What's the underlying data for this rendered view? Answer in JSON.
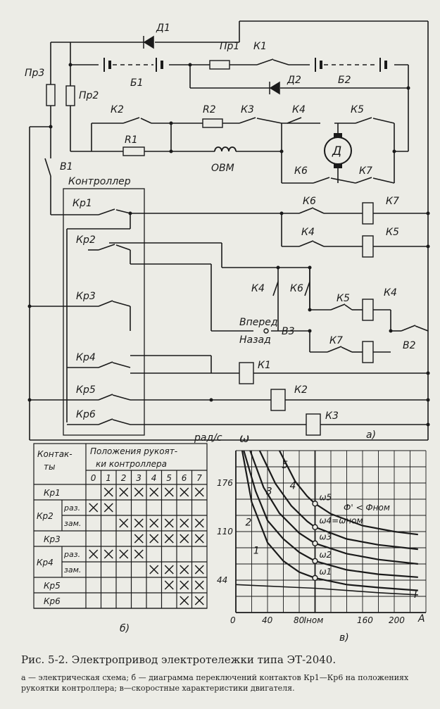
{
  "schematic": {
    "labels": {
      "d1": "Д1",
      "d2": "Д2",
      "pr1": "Пр1",
      "pr2": "Пр2",
      "pr3": "Пр3",
      "k1a": "К1",
      "b1": "Б1",
      "b2": "Б2",
      "k2a": "К2",
      "r2": "R2",
      "k3a": "К3",
      "k4a": "К4",
      "k5a": "К5",
      "r1": "R1",
      "ovm": "ОВМ",
      "motor": "Д",
      "k6a": "К6",
      "k7a": "К7",
      "v1": "В1",
      "controller": "Контроллер",
      "kr1": "Кр1",
      "kr2": "Кр2",
      "kr3": "Кр3",
      "kr4": "Кр4",
      "kr5": "Кр5",
      "kr6": "Кр6",
      "k6b": "К6",
      "k7coil": "К7",
      "k4b": "К4",
      "k5coil": "К5",
      "k4c": "К4",
      "k6c": "К6",
      "k5b": "К5",
      "k4coil": "К4",
      "vpered": "Вперед",
      "nazad": "Назад",
      "v3": "В3",
      "k7b": "К7",
      "v2": "В2",
      "k1coil": "К1",
      "k2coil": "К2",
      "k3coil": "К3",
      "part_a": "а)"
    }
  },
  "table": {
    "header_left": [
      "Контак-",
      "ты"
    ],
    "header_top": [
      "Положения рукоят-",
      "ки контроллера"
    ],
    "positions": [
      "0",
      "1",
      "2",
      "3",
      "4",
      "5",
      "6",
      "7"
    ],
    "rows": [
      {
        "name": "Кр1",
        "sub": "",
        "marks": [
          0,
          1,
          1,
          1,
          1,
          1,
          1,
          1
        ]
      },
      {
        "name": "Кр2",
        "sub": "раз.",
        "marks": [
          1,
          1,
          0,
          0,
          0,
          0,
          0,
          0
        ]
      },
      {
        "name": "",
        "sub": "зам.",
        "marks": [
          0,
          0,
          1,
          1,
          1,
          1,
          1,
          1
        ]
      },
      {
        "name": "Кр3",
        "sub": "",
        "marks": [
          0,
          0,
          0,
          1,
          1,
          1,
          1,
          1
        ]
      },
      {
        "name": "Кр4",
        "sub": "раз.",
        "marks": [
          1,
          1,
          1,
          1,
          0,
          0,
          0,
          0
        ]
      },
      {
        "name": "",
        "sub": "зам.",
        "marks": [
          0,
          0,
          0,
          0,
          1,
          1,
          1,
          1
        ]
      },
      {
        "name": "Кр5",
        "sub": "",
        "marks": [
          0,
          0,
          0,
          0,
          0,
          1,
          1,
          1
        ]
      },
      {
        "name": "Кр6",
        "sub": "",
        "marks": [
          0,
          0,
          0,
          0,
          0,
          0,
          1,
          1
        ]
      }
    ],
    "part_label": "б)"
  },
  "chart_data": {
    "type": "line",
    "ylabel": "рад/с",
    "ysymbol": "ω",
    "xlabel": "А",
    "xticks": [
      "0",
      "40",
      "80",
      "Iном",
      "160",
      "200"
    ],
    "xtick_values": [
      0,
      40,
      80,
      100,
      160,
      200
    ],
    "yticks": [
      "44",
      "110",
      "176"
    ],
    "ytick_values": [
      44,
      110,
      176
    ],
    "xlim": [
      0,
      240
    ],
    "ylim": [
      0,
      220
    ],
    "curve_labels": [
      "1",
      "2",
      "3",
      "4",
      "5",
      "I"
    ],
    "point_labels": [
      "ω5",
      "ω4=ωном",
      "ω3",
      "ω2",
      "ω1"
    ],
    "annotation": "Ф' < Фном",
    "series": [
      {
        "name": "1",
        "x": [
          8,
          20,
          40,
          60,
          80,
          100,
          140,
          180,
          230
        ],
        "y": [
          220,
          150,
          95,
          70,
          55,
          47,
          38,
          34,
          30
        ]
      },
      {
        "name": "2",
        "x": [
          10,
          25,
          40,
          60,
          80,
          100,
          140,
          180,
          230
        ],
        "y": [
          220,
          165,
          125,
          100,
          82,
          70,
          58,
          52,
          48
        ]
      },
      {
        "name": "3",
        "x": [
          18,
          35,
          55,
          80,
          100,
          140,
          180,
          230
        ],
        "y": [
          220,
          170,
          135,
          108,
          94,
          80,
          72,
          66
        ]
      },
      {
        "name": "4",
        "x": [
          30,
          50,
          70,
          90,
          100,
          140,
          180,
          230
        ],
        "y": [
          220,
          175,
          145,
          124,
          116,
          100,
          92,
          86
        ]
      },
      {
        "name": "5",
        "x": [
          55,
          75,
          90,
          100,
          120,
          160,
          200,
          230
        ],
        "y": [
          220,
          178,
          158,
          148,
          134,
          118,
          110,
          106
        ]
      },
      {
        "name": "I",
        "x": [
          0,
          40,
          80,
          100,
          140,
          180,
          230
        ],
        "y": [
          38,
          36,
          34,
          33,
          30,
          27,
          24
        ]
      }
    ],
    "points": [
      {
        "name": "ω5",
        "x": 100,
        "y": 148
      },
      {
        "name": "ω4",
        "x": 100,
        "y": 116
      },
      {
        "name": "ω3",
        "x": 100,
        "y": 94
      },
      {
        "name": "ω2",
        "x": 100,
        "y": 70
      },
      {
        "name": "ω1",
        "x": 100,
        "y": 47
      }
    ],
    "part_label": "в)"
  },
  "caption": {
    "title": "Рис. 5-2. Электропривод электротележки типа ЭТ-2040.",
    "text": "а — электрическая схема; б — диаграмма переключений контактов Кр1—Кр6 на положениях рукоятки контроллера; в—скоростные характеристики двигателя."
  }
}
